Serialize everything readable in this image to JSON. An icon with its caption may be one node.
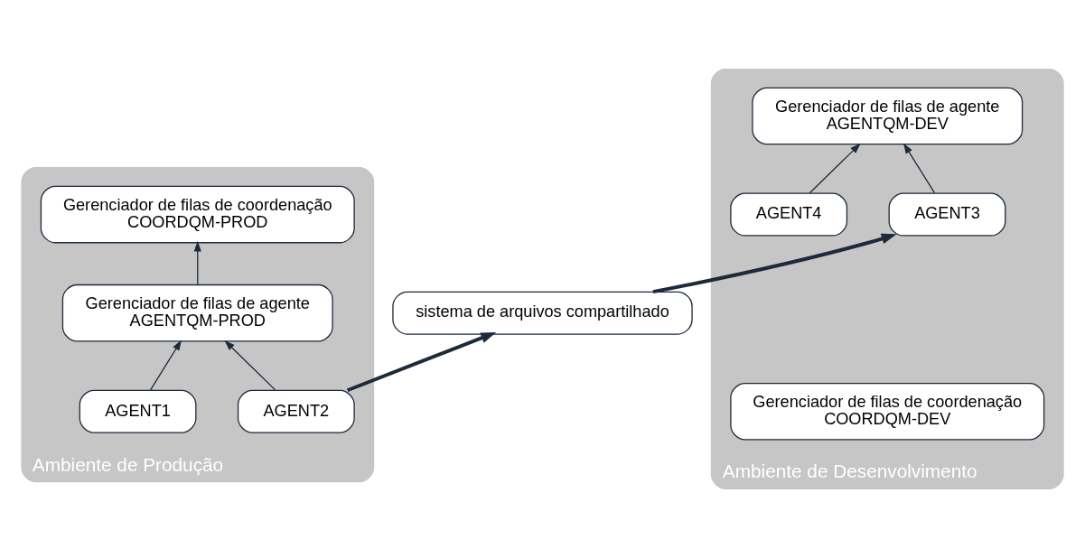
{
  "diagram": {
    "nodes": [
      {
        "text": [
          "Ambiente de Produção"
        ]
      },
      {
        "text": [
          "Gerenciador de filas de coordenação",
          "COORDQM-PROD"
        ],
        "in": 0
      },
      {
        "text": [
          "Gerenciador de filas de agente",
          "AGENTQM-PROD"
        ],
        "in": 0
      },
      {
        "text": [
          "AGENT1"
        ],
        "in": 0
      },
      {
        "text": [
          "AGENT2"
        ],
        "in": 0
      },
      {
        "text": [
          "Ambiente de Desenvolvimento"
        ]
      },
      {
        "text": [
          "Gerenciador de filas de coordenação",
          "COORDQM-DEV"
        ],
        "in": 5
      },
      {
        "text": [
          "Gerenciador de filas de agente",
          "AGENTQM-DEV"
        ],
        "in": 5
      },
      {
        "text": [
          "AGENT3"
        ],
        "in": 5
      },
      {
        "text": [
          "AGENT4"
        ],
        "in": 5
      },
      {
        "text": [
          "sistema de arquivos compartilhado"
        ]
      }
    ],
    "edges": [
      {
        "from": 2,
        "to": 1,
        "arrow": "to"
      },
      {
        "from": 3,
        "to": 2,
        "arrow": "to"
      },
      {
        "from": 4,
        "to": 2,
        "arrow": "to"
      },
      {
        "from": 8,
        "to": 7,
        "arrow": "to"
      },
      {
        "from": 9,
        "to": 7,
        "arrow": "to"
      },
      {
        "from": 4,
        "to": 10,
        "arrow": "to",
        "style": "thick"
      },
      {
        "from": 10,
        "to": 8,
        "arrow": "to",
        "style": "thick"
      }
    ]
  }
}
